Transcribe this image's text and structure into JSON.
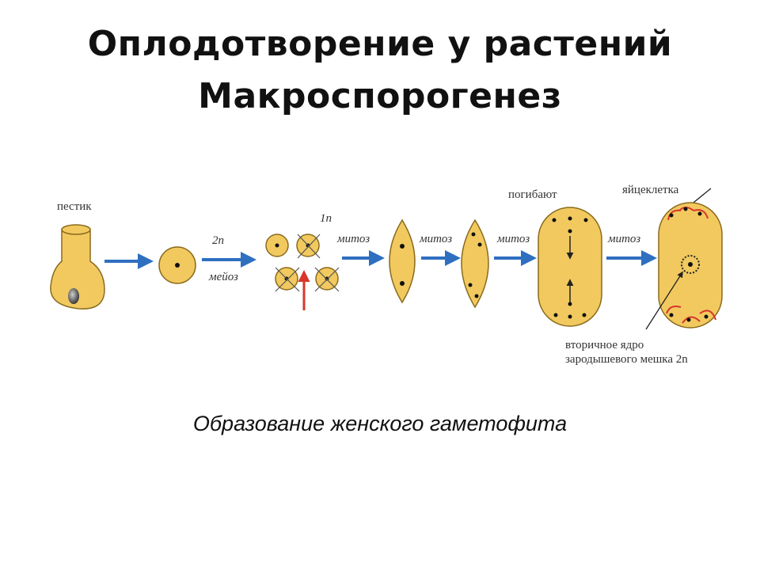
{
  "title": {
    "line1": "Оплодотворение у растений",
    "line2": "Макроспорогенез"
  },
  "labels": {
    "pistil": "пестик",
    "ploidy_2n": "2n",
    "meiosis": "мейоз",
    "ploidy_1n": "1n",
    "mitosis_1": "митоз",
    "mitosis_2": "митоз",
    "mitosis_3": "митоз",
    "mitosis_4": "митоз",
    "die": "погибают",
    "egg_cell": "яйцеклетка",
    "secondary_nucleus_line1": "вторичное ядро",
    "secondary_nucleus_line2": "зародышевого мешка 2n"
  },
  "caption": "Образование женского гаметофита",
  "colors": {
    "cell_fill": "#f1c95f",
    "arrow": "#2f6fc0",
    "highlight_arrow": "#d9362b",
    "egg_ring": "#d9362b"
  }
}
